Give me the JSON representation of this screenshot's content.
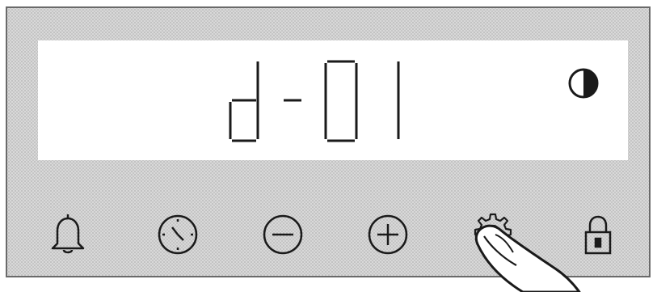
{
  "display": {
    "code": "d-01",
    "contrast_icon": "half-filled-circle-icon"
  },
  "buttons": [
    {
      "name": "alarm-button",
      "icon": "bell-icon"
    },
    {
      "name": "timer-button",
      "icon": "clock-icon"
    },
    {
      "name": "minus-button",
      "icon": "minus-circle-icon"
    },
    {
      "name": "plus-button",
      "icon": "plus-circle-icon"
    },
    {
      "name": "settings-button",
      "icon": "gear-icon"
    },
    {
      "name": "lock-button",
      "icon": "padlock-icon"
    }
  ],
  "pressed_button": "settings-button",
  "colors": {
    "panel": "#d9d9d9",
    "display_bg": "#ffffff",
    "segment": "#1a1a1a"
  }
}
